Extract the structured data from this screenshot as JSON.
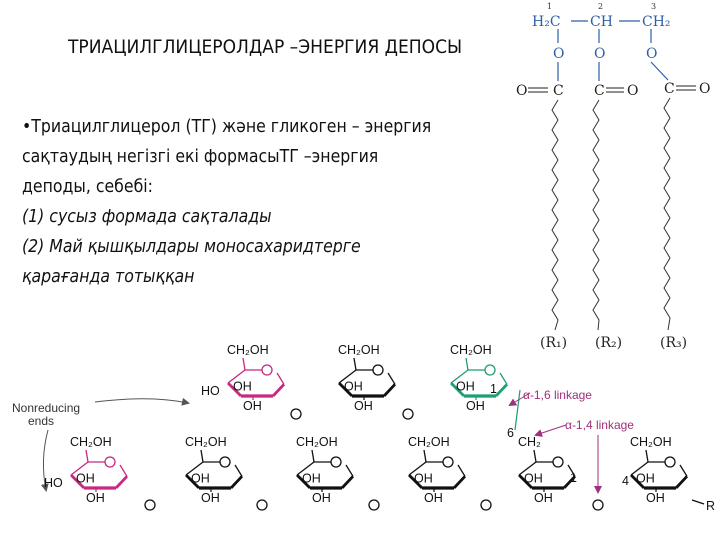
{
  "slide": {
    "title": "ТРИАЦИЛГЛИЦЕРОЛДАР –ЭНЕРГИЯ ДЕПОСЫ",
    "lines": [
      "•Триацилглицерол (ТГ) және гликоген – энергия",
      "сақтаудың негізгі екі  формасыТГ –энергия",
      "деподы, себебі:"
    ],
    "reasons": [
      "(1) сусыз формада сақталады",
      "(2) Май қышқылдары моносахаридтерге",
      "қарағанда тотыққан"
    ]
  },
  "triglyceride": {
    "carbons": [
      "H₂C",
      "CH",
      "CH₂"
    ],
    "numbers": [
      "1",
      "2",
      "3"
    ],
    "oxygen": "O",
    "carbonyl_left": "O",
    "carbonyl_c": "C",
    "chains": [
      "(R₁)",
      "(R₂)",
      "(R₃)"
    ]
  },
  "glycogen": {
    "ch2oh": "CH₂OH",
    "ch2": "CH₂",
    "oh": "OH",
    "ho": "HO",
    "o": "O",
    "r": "R",
    "nonreducing_label": [
      "Nonreducing",
      "ends"
    ],
    "linkage_16": "α-1,6 linkage",
    "linkage_14": "α-1,4 linkage",
    "numbers": [
      "1",
      "6",
      "1",
      "4"
    ]
  },
  "colors": {
    "magenta_ring": "#c8287f",
    "green_ring": "#1f9e78",
    "annotation": "#a0307a",
    "triglyceride_blue": "#2d5fa8"
  }
}
